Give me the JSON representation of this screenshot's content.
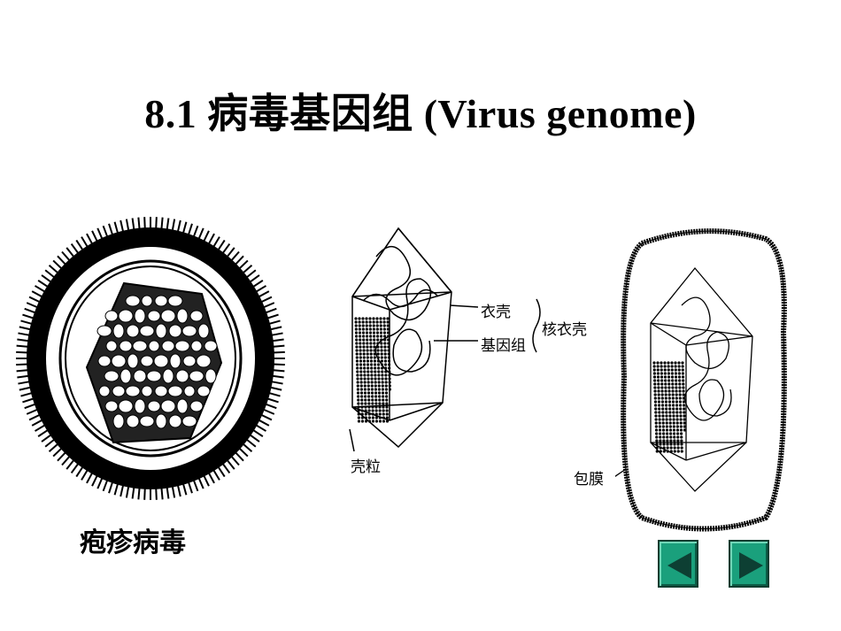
{
  "slide": {
    "title": "8.1  病毒基因组 (Virus genome)"
  },
  "figure_left": {
    "caption": "疱疹病毒"
  },
  "figure_middle": {
    "labels": {
      "capsid": "衣壳",
      "genome": "基因组",
      "nucleocapsid": "核衣壳",
      "capsomere": "壳粒"
    }
  },
  "figure_right": {
    "labels": {
      "envelope": "包膜"
    }
  },
  "nav": {
    "prev_icon": "triangle-left",
    "next_icon": "triangle-right",
    "color": "#1aa07c"
  }
}
